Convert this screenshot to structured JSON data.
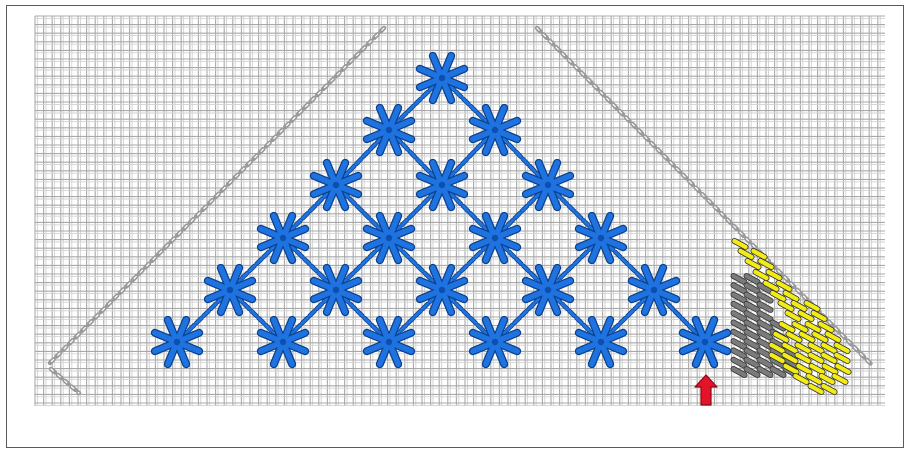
{
  "colors": {
    "canvas": "#ffffff",
    "frame_border": "#5a5a5a",
    "canvas_thread": "#a9a9a9",
    "canvas_thread_light": "#d2d2d2",
    "star_stitch": "#1e73e0",
    "star_stitch_outline": "#0b3f8a",
    "guide_stitch": "#9a9a9a",
    "fill_stitch_gray": "#7b7b7b",
    "fill_stitch_yellow": "#f2ec14",
    "arrow": "#e3132a"
  },
  "diagram": {
    "subject": "needlepoint-stitch-chart",
    "stitch_pattern": "triangle-of-star-stitches",
    "star_rows": [
      1,
      2,
      3,
      4,
      5,
      6
    ],
    "fill_stitches": [
      "diagonal-gray",
      "diagonal-yellow"
    ],
    "marker": {
      "icon": "up-arrow-icon"
    }
  }
}
